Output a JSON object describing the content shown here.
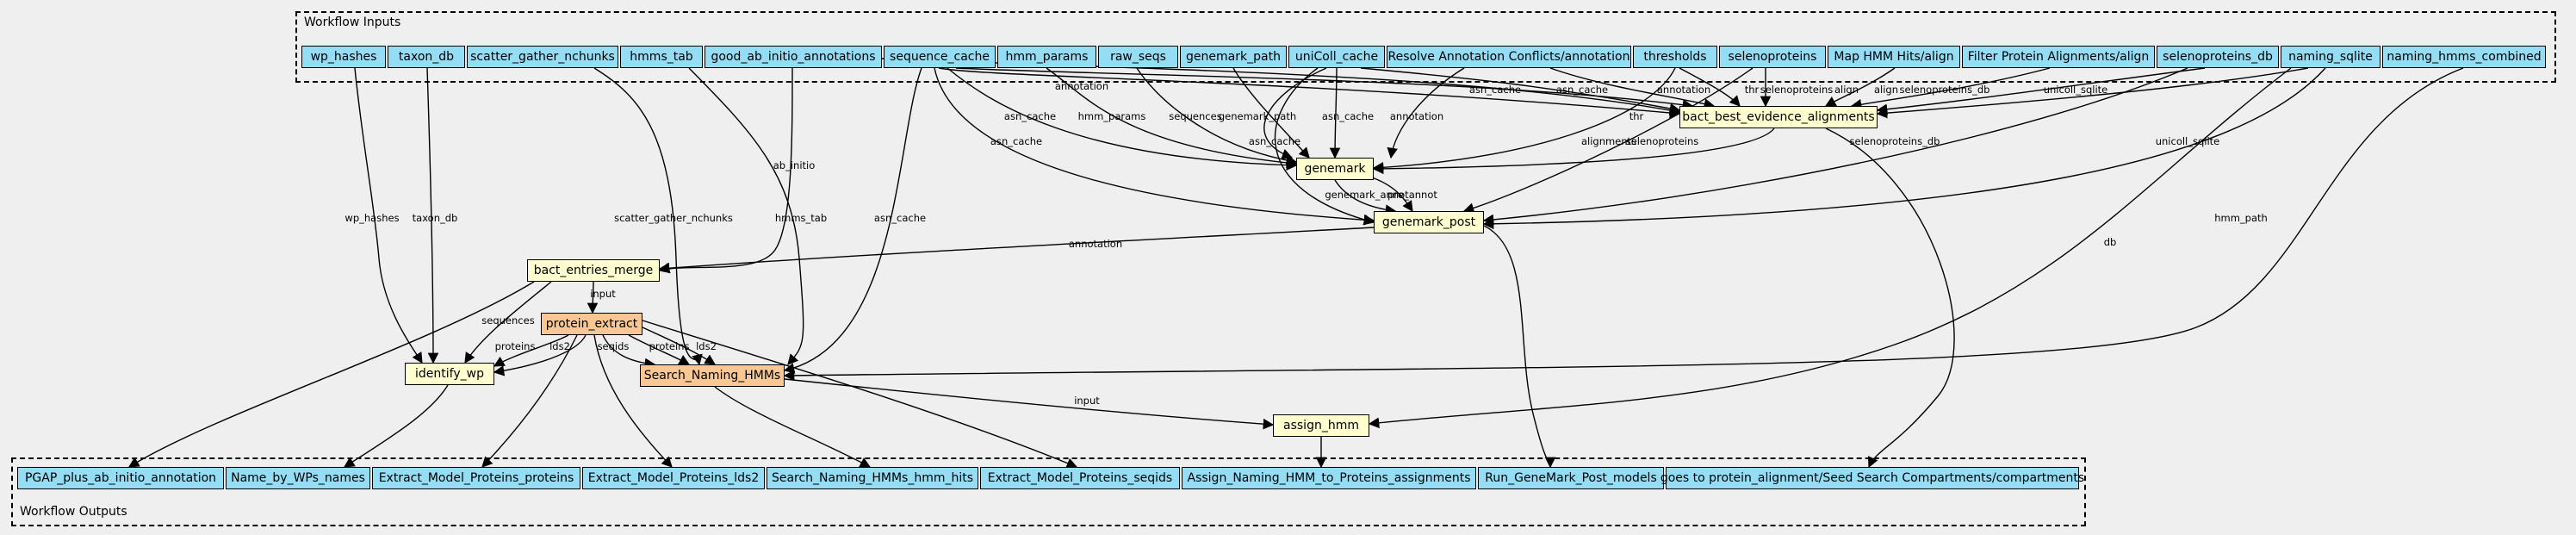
{
  "colors": {
    "io": "#94ddf4",
    "step": "#ffffd0",
    "subworkflow": "#f8c794",
    "background": "#efefef"
  },
  "clusters": {
    "inputs_label": "Workflow Inputs",
    "outputs_label": "Workflow Outputs"
  },
  "inputs": [
    "wp_hashes",
    "taxon_db",
    "scatter_gather_nchunks",
    "hmms_tab",
    "good_ab_initio_annotations",
    "sequence_cache",
    "hmm_params",
    "raw_seqs",
    "genemark_path",
    "uniColl_cache",
    "Resolve Annotation Conflicts/annotation",
    "thresholds",
    "selenoproteins",
    "Map HMM Hits/align",
    "Filter Protein Alignments/align",
    "selenoproteins_db",
    "naming_sqlite",
    "naming_hmms_combined"
  ],
  "steps": [
    "bact_best_evidence_alignments",
    "genemark",
    "genemark_post",
    "bact_entries_merge",
    "identify_wp",
    "assign_hmm"
  ],
  "subworkflows": [
    "protein_extract",
    "Search_Naming_HMMs"
  ],
  "outputs": [
    "PGAP_plus_ab_initio_annotation",
    "Name_by_WPs_names",
    "Extract_Model_Proteins_proteins",
    "Extract_Model_Proteins_lds2",
    "Search_Naming_HMMs_hmm_hits",
    "Extract_Model_Proteins_seqids",
    "Assign_Naming_HMM_to_Proteins_assignments",
    "Run_GeneMark_Post_models",
    "goes to protein_alignment/Seed Search Compartments/compartments"
  ],
  "edge_labels": {
    "wp_hashes": "wp_hashes",
    "taxon_db": "taxon_db",
    "scatter_gather_nchunks": "scatter_gather_nchunks",
    "hmms_tab": "hmms_tab",
    "ab_initio": "ab_initio",
    "annotation": "annotation",
    "asn_cache": "asn_cache",
    "hmm_params": "hmm_params",
    "sequences": "sequences",
    "genemark_path": "genemark_path",
    "thr": "thr",
    "selenoproteins": "selenoproteins",
    "align": "align",
    "selenoproteins_db": "selenoproteins_db",
    "unicoll_sqlite": "unicoll_sqlite",
    "db": "db",
    "hmm_path": "hmm_path",
    "alignments": "alignments",
    "genemark_annot": "genemark_annot",
    "pre_annot": "pre_annot",
    "input": "input",
    "proteins": "proteins",
    "lds2": "lds2",
    "seqids": "seqids"
  }
}
